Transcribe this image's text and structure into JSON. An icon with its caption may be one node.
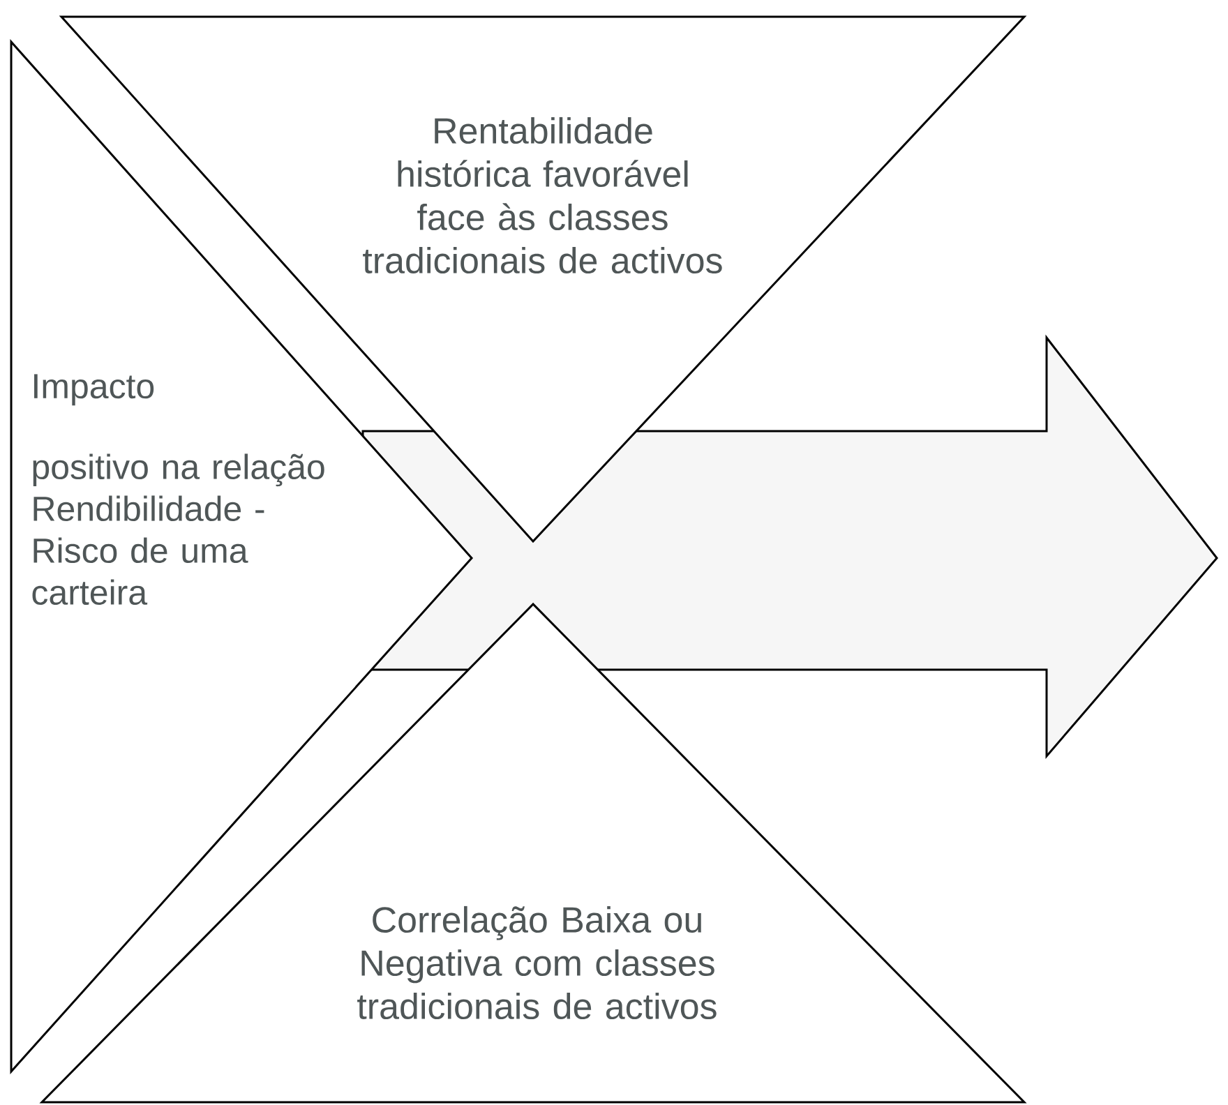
{
  "diagram": {
    "nodes": [
      {
        "text": [
          "Rentabilidade histórica favorável face às classes tradicionais de activos"
        ]
      },
      {
        "text": [
          "Impacto",
          "positivo na relação Rendibilidade - Risco de uma carteira"
        ]
      },
      {
        "text": [
          "Correlação Baixa ou Negativa com classes tradicionais de activos"
        ]
      },
      {
        "text": [],
        "shape": "arrow"
      }
    ]
  }
}
